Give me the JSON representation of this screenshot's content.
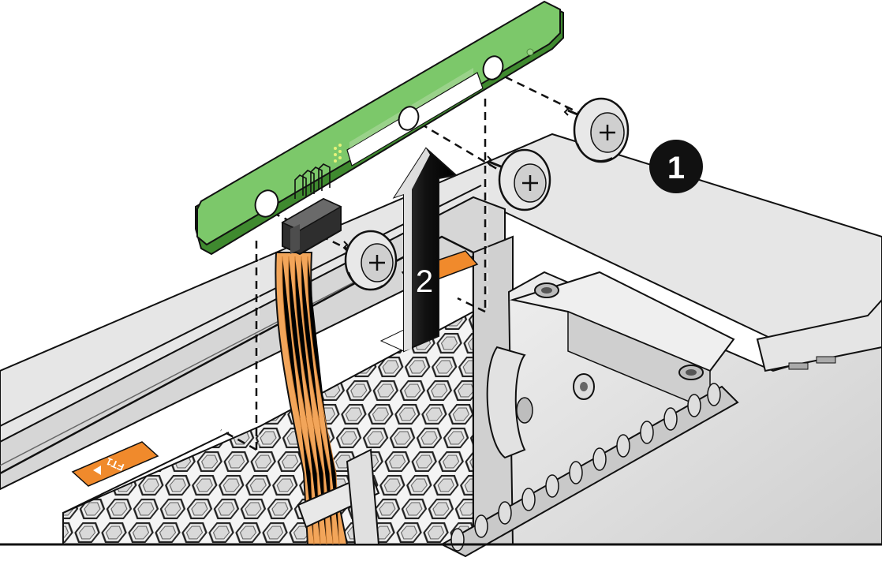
{
  "figure": {
    "callouts": [
      {
        "id": "callout-1",
        "label": "1"
      },
      {
        "id": "callout-2",
        "label": "2"
      }
    ],
    "chassis_label": "FT1",
    "colors": {
      "board_green": "#7cc86a",
      "board_edge": "#3f8a2f",
      "chassis_gray": "#dcdcdc",
      "chassis_dark": "#9a9a9a",
      "label_orange": "#f08a2c",
      "cable_orange": "#f2a55a",
      "callout_black": "#111111",
      "arrow_dark": "#151515"
    }
  }
}
